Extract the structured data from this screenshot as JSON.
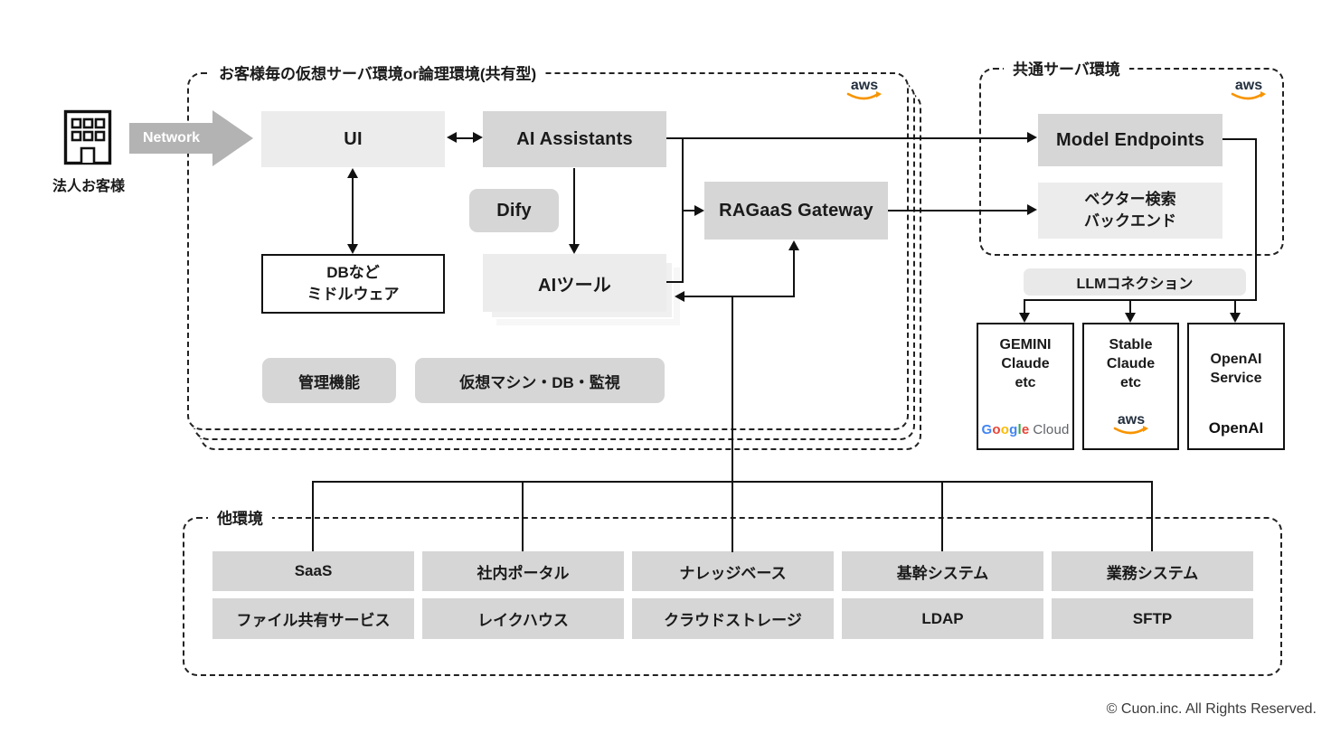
{
  "client": {
    "label": "法人お客様"
  },
  "network": {
    "label": "Network"
  },
  "logos": {
    "aws": "aws"
  },
  "customer_env": {
    "title": "お客様毎の仮想サーバ環境or論理環境(共有型)",
    "boxes": {
      "ui": "UI",
      "ai_assistants": "AI Assistants",
      "dify": "Dify",
      "db_middleware": "DBなど\nミドルウェア",
      "ai_tools": "AIツール",
      "admin": "管理機能",
      "vm_db_monitor": "仮想マシン・DB・監視",
      "ragaas_gateway": "RAGaaS Gateway"
    }
  },
  "common_env": {
    "title": "共通サーバ環境",
    "boxes": {
      "model_endpoints": "Model Endpoints",
      "vector_search": "ベクター検索\nバックエンド"
    }
  },
  "llm_connection": {
    "label": "LLMコネクション"
  },
  "providers": [
    {
      "lines": [
        "GEMINI",
        "Claude",
        "etc"
      ],
      "logo": "google-cloud"
    },
    {
      "lines": [
        "Stable",
        "Claude",
        "etc"
      ],
      "logo": "aws"
    },
    {
      "lines": [
        "OpenAI",
        "Service"
      ],
      "logo": "openai",
      "logo_text": "OpenAI"
    }
  ],
  "google_cloud": {
    "letters": [
      {
        "ch": "G",
        "color": "#4285F4"
      },
      {
        "ch": "o",
        "color": "#EA4335"
      },
      {
        "ch": "o",
        "color": "#FBBC05"
      },
      {
        "ch": "g",
        "color": "#4285F4"
      },
      {
        "ch": "l",
        "color": "#34A853"
      },
      {
        "ch": "e",
        "color": "#EA4335"
      }
    ],
    "suffix": "Cloud",
    "suffix_color": "#5f6368"
  },
  "other_env": {
    "title": "他環境",
    "row1": [
      "SaaS",
      "社内ポータル",
      "ナレッジベース",
      "基幹システム",
      "業務システム"
    ],
    "row2": [
      "ファイル共有サービス",
      "レイクハウス",
      "クラウドストレージ",
      "LDAP",
      "SFTP"
    ]
  },
  "footer": {
    "copyright": "© Cuon.inc. All Rights Reserved."
  },
  "colors": {
    "box_gray_dark": "#d6d6d6",
    "box_gray_light": "#ececec",
    "line": "#111111",
    "aws_navy": "#232f3e",
    "aws_orange": "#f79400",
    "network_arrow": "#b3b3b3"
  }
}
